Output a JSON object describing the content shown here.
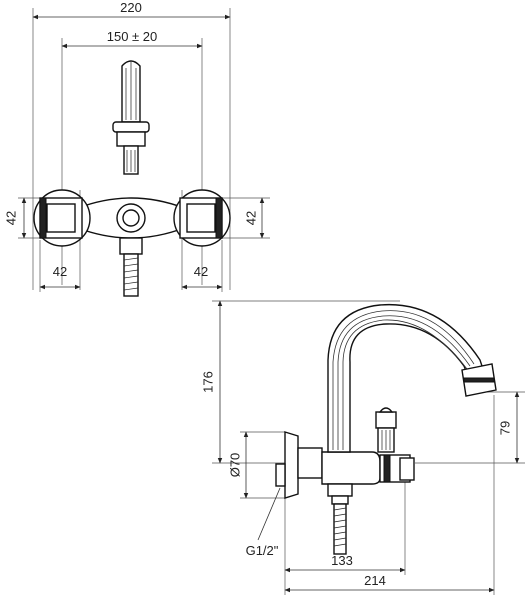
{
  "views": {
    "top": {
      "dimensions": {
        "overall_width": "220",
        "center_distance": "150 ± 20",
        "left_square_height": "42",
        "right_square_height": "42",
        "left_square_width": "42",
        "right_square_width": "42"
      }
    },
    "side": {
      "dimensions": {
        "total_height": "176",
        "spout_height": "79",
        "flange_diameter": "Ø70",
        "thread": "G1/2\"",
        "body_length": "133",
        "spout_reach": "214"
      }
    }
  }
}
